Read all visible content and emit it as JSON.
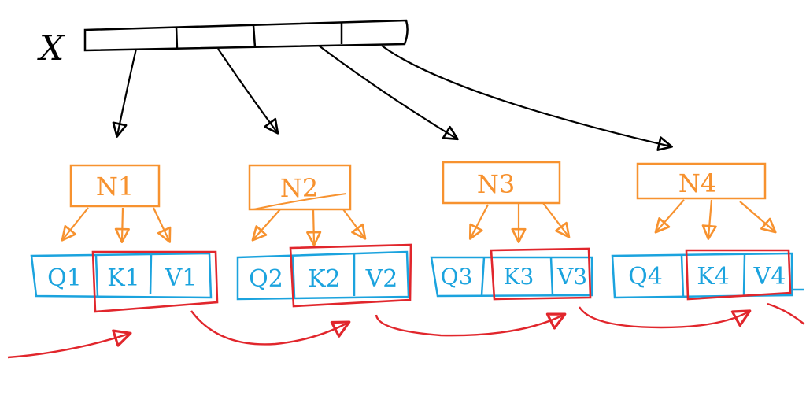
{
  "input_label": "X",
  "colors": {
    "black": "#000000",
    "orange": "#f7922f",
    "blue": "#1ba3de",
    "red": "#e1262c",
    "background": "#ffffff"
  },
  "blocks": [
    {
      "n": "N1",
      "q": "Q1",
      "k": "K1",
      "v": "V1"
    },
    {
      "n": "N2",
      "q": "Q2",
      "k": "K2",
      "v": "V2"
    },
    {
      "n": "N3",
      "q": "Q3",
      "k": "K3",
      "v": "V3"
    },
    {
      "n": "N4",
      "q": "Q4",
      "k": "K4",
      "v": "V4"
    }
  ]
}
